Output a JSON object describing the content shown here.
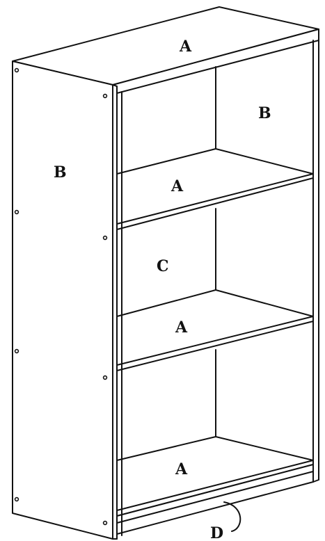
{
  "diagram": {
    "labels": {
      "top_panel": "A",
      "side_panel_left": "B",
      "side_panel_right": "B",
      "shelf_upper": "A",
      "back_panel": "C",
      "shelf_middle": "A",
      "bottom_panel": "A",
      "kick_plate": "D"
    }
  }
}
